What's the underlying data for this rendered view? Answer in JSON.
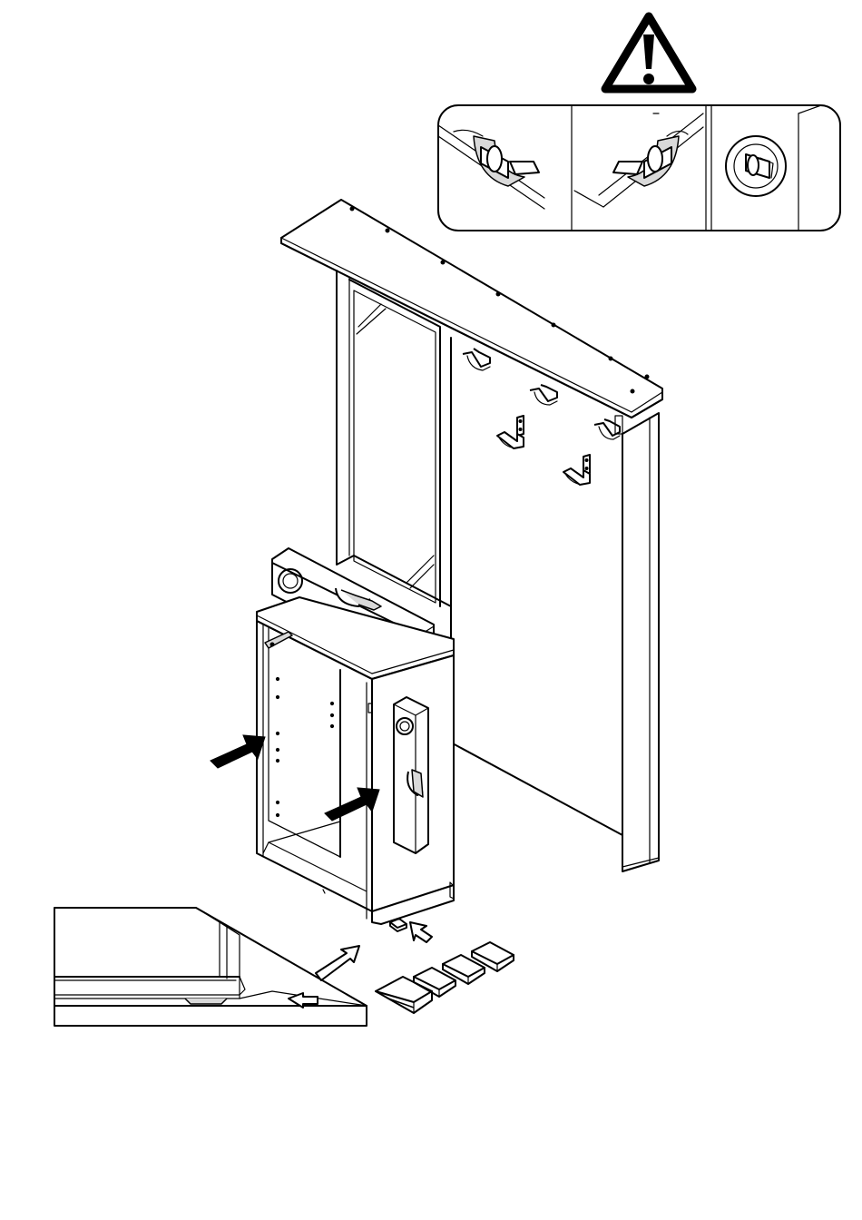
{
  "figure": {
    "warning_icon": "warning-triangle-exclamation-icon",
    "callout_panels": 3,
    "felt_pads_shown": 5,
    "arrows": [
      "push-arrow",
      "push-arrow",
      "insert-arrow",
      "insert-arrow",
      "insert-arrow"
    ],
    "line_color": "#000000",
    "background": "#ffffff"
  }
}
